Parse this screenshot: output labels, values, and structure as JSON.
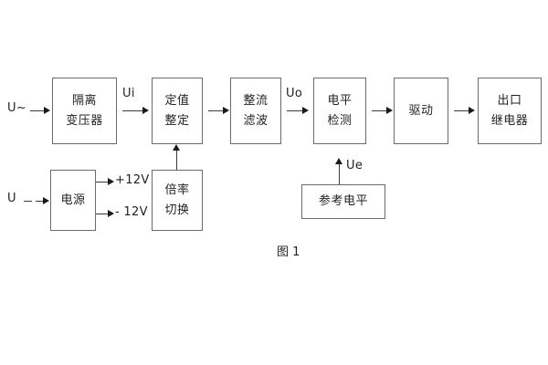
{
  "figure": {
    "caption": "图 1",
    "type": "block-diagram"
  },
  "blocks": {
    "isolation_transformer": {
      "line1": "隔离",
      "line2": "变压器"
    },
    "setting_value": {
      "line1": "定值",
      "line2": "整定"
    },
    "rectify_filter": {
      "line1": "整流",
      "line2": "滤波"
    },
    "level_detection": {
      "line1": "电平",
      "line2": "检测"
    },
    "drive": {
      "line1": "驱动"
    },
    "output_relay": {
      "line1": "出口",
      "line2": "继电器"
    },
    "power_supply": {
      "line1": "电源"
    },
    "multiplier_switch": {
      "line1": "倍率",
      "line2": "切换"
    },
    "reference_level": {
      "line1": "参考电平"
    }
  },
  "labels": {
    "input_ac": "U~",
    "input_dc": "U",
    "ui": "Ui",
    "uo": "Uo",
    "ue": "Ue",
    "supply_positive": "+12V",
    "supply_negative": "- 12V"
  },
  "colors": {
    "box_border": "#6b6b6b",
    "line": "#3a3a3a",
    "text": "#231f20",
    "background": "#ffffff"
  }
}
